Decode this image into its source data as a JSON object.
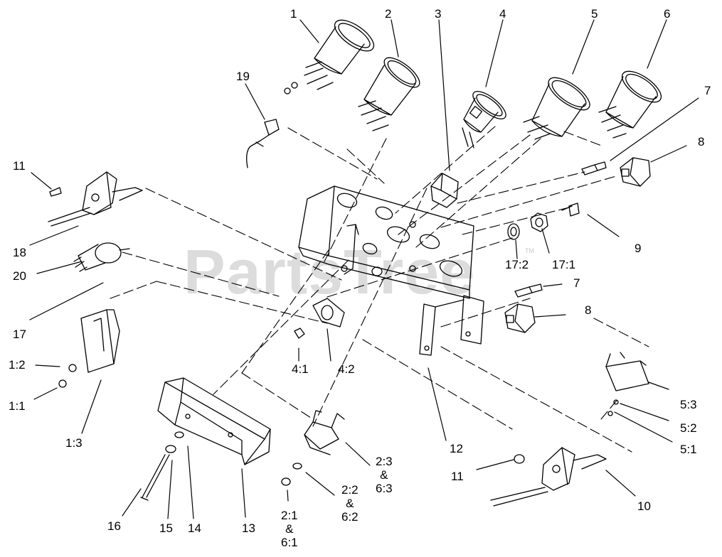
{
  "watermark": "PartsTree",
  "trademark": "TM",
  "callouts": {
    "c1": "1",
    "c2": "2",
    "c3": "3",
    "c4": "4",
    "c5": "5",
    "c6": "6",
    "c7a": "7",
    "c7b": "7",
    "c8a": "8",
    "c8b": "8",
    "c9": "9",
    "c10": "10",
    "c11a": "11",
    "c11b": "11",
    "c12": "12",
    "c13": "13",
    "c14": "14",
    "c15": "15",
    "c16": "16",
    "c17": "17",
    "c18": "18",
    "c19": "19",
    "c20": "20",
    "c17_2": "17:2",
    "c17_1": "17:1",
    "c4_1": "4:1",
    "c4_2": "4:2",
    "c1_2": "1:2",
    "c1_1": "1:1",
    "c1_3": "1:3",
    "c5_3": "5:3",
    "c5_2": "5:2",
    "c5_1": "5:1",
    "c2_3": "2:3\n&\n6:3",
    "c2_2": "2:2\n&\n6:2",
    "c2_1": "2:1\n&\n6:1"
  }
}
